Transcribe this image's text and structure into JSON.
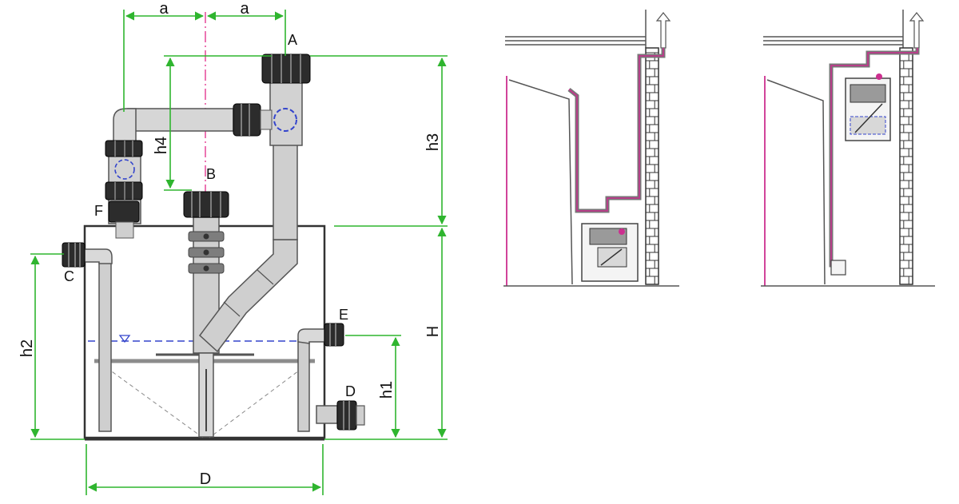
{
  "colors": {
    "dimension": "#2fb52f",
    "axis": "#e0197f",
    "outline": "#333333",
    "pipe": "#cfcfcf",
    "pipe_dark": "#6f6f6f",
    "fitting": "#2c2c2c",
    "water": "#3344cc",
    "wall": "#c8c8c8",
    "pipe_route": "#cc2f8f"
  },
  "labels": {
    "point_a": "A",
    "point_b": "B",
    "point_c": "C",
    "point_d": "D",
    "point_e": "E",
    "point_f": "F"
  },
  "dimensions": {
    "offset_left": "a",
    "offset_right": "a",
    "height_h1": "h1",
    "height_h2": "h2",
    "height_h3": "h3",
    "height_h4": "h4",
    "height_total": "H",
    "diameter": "D"
  },
  "icons": {
    "vent": "arrow-up-icon",
    "wall": "brick-wall-icon"
  }
}
